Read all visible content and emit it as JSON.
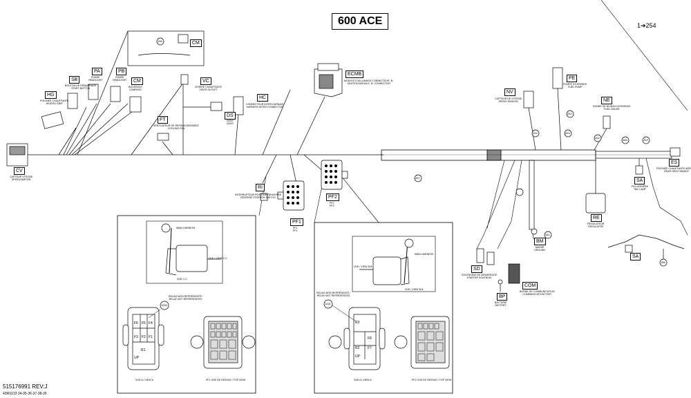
{
  "title": "600 ACE",
  "page_ref": "1➔254",
  "doc_number": "515176991 REV:J",
  "drawing_number": "43M1133 34-35-36-37-38-39",
  "connectors": {
    "cv": {
      "code": "CV",
      "desc": "CAPTEUR VITESSE\nSPEEDOMETER"
    },
    "hg": {
      "code": "HG",
      "desc": "POIGNÉE CHAUFFANTE\nHEATED GRIP"
    },
    "sb": {
      "code": "SB",
      "desc": "BOUTON DE DÉMARRAGE\nSTART BUTTON"
    },
    "pa": {
      "code": "PA",
      "desc": "PHARE\nHEADLIGHT"
    },
    "pb": {
      "code": "PB",
      "desc": "PHARE\nHEADLIGHT"
    },
    "cm1": {
      "code": "CM",
      "desc": "BOUSSOLE\nCOMPASS"
    },
    "cm2": {
      "code": "CM"
    },
    "vc": {
      "code": "VC",
      "desc": "VISIÈRE CHAUFFANTE\nVISOR OUTLET"
    },
    "ds": {
      "code": "DS",
      "desc": "DESS\nDESS"
    },
    "ft": {
      "code": "FT",
      "desc": "VENTILATEUR DE REFROIDISSEMENT\nCOOLING FAN"
    },
    "hc": {
      "code": "HC",
      "desc": "CONNECTEUR INTER-HARNAIS\nHARNESS INTER CONNECTOR"
    },
    "ecmb": {
      "code": "ECMB",
      "desc": "MODULE D'ALLUMAGE CONNECTEUR -B-\nIGNITION MODULE -B- CONNECTOR"
    },
    "ri": {
      "code": "RI",
      "desc": "INTERRUPTEUR POSITION RENVERSE\nREVERSE POSITION SWITCH"
    },
    "pf1": {
      "code": "PF1",
      "desc": "PF1\nPF1"
    },
    "pf2": {
      "code": "PF2",
      "desc": "PF2\nPF2"
    },
    "nv": {
      "code": "NV",
      "desc": "CAPTEUR DE VITESSE\nSPEED SENSOR"
    },
    "pe": {
      "code": "PE",
      "desc": "POMPE À ESSENCE\nFUEL PUMP"
    },
    "ne": {
      "code": "NE",
      "desc": "SONDE DE NIVEAU D'ESSENCE\nFUEL GAUGE"
    },
    "es": {
      "code": "ES",
      "desc": "POIGNÉE CHAUFFANTE ARRIÈRE\nREAR HEAT HANDLE"
    },
    "sa": {
      "code": "SA",
      "desc": "FEU ARRIÈRE\nTAIL LAMP"
    },
    "re": {
      "code": "RE",
      "desc": "RÉGULATEUR\nREGULATOR"
    },
    "bm": {
      "code": "BM",
      "desc": "MASSE\nGROUND"
    },
    "sd": {
      "code": "SD",
      "desc": "SOLÉNOÏDE DE DÉMARRAGE\nSTARTER SOLENOID"
    },
    "bp": {
      "code": "BP",
      "desc": "BATTERIE\nBATTERY"
    },
    "com": {
      "code": "COM",
      "desc": "BORNE DE COMMUNICATION\nCOMMUNICATION PORT"
    },
    "sa2": {
      "code": "SA"
    }
  },
  "view_labels": {
    "cc_side": "VUE / VIEW C-C",
    "bb_side": "VUE / VIEW B-B",
    "view_a_left": "VUE A / VIEW A",
    "view_a_right": "VUE A / VIEW A",
    "pf1_view": "PF1 VUE DE DESSUS / TOP VIEW",
    "pf2_view": "PF2 VUE DE DESSUS / TOP VIEW",
    "cc_main": "VUE C-C",
    "bb_main": "VUE / VIEW B-B",
    "harness_note_left": "MAIN HARNESS",
    "harness_note_right": "MAIN HARNESS",
    "rep_left": "RELAIS NON REPRÉSENTÉ /\nRELAY NOT REPRESENTED",
    "rep_right": "RELAIS NON REPRÉSENTÉ /\nRELAY NOT REPRESENTED"
  },
  "fuse_left": {
    "cells": [
      "F6",
      "F5",
      "F4",
      "F3",
      "F2",
      "F1",
      "R1",
      "UP"
    ]
  },
  "fuse_right": {
    "cells": [
      "R3",
      "F8",
      "R2",
      "F7",
      "UP"
    ]
  },
  "callouts": {
    "c196": "196",
    "c254": "254",
    "c252a": "252",
    "c252b": "252",
    "c253": "253",
    "c185": "185",
    "c253b": "253",
    "c267": "267",
    "c341": "341",
    "c186": "186",
    "c1000": "1000",
    "c1116": "1116"
  }
}
